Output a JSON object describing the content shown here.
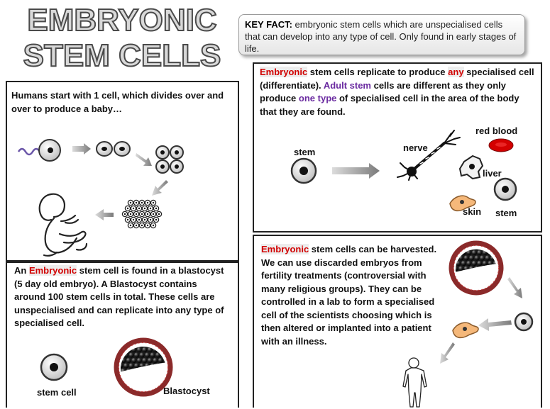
{
  "title": {
    "line1": "EMBRYONIC",
    "line2": "STEM CELLS"
  },
  "key_fact": {
    "label": "KEY FACT:",
    "text": " embryonic stem cells which are unspecialised cells that can develop into any type of cell. Only found in early stages of life."
  },
  "development_panel": {
    "text": "Humans start with 1 cell, which divides over and over to produce a baby…"
  },
  "blastocyst_panel": {
    "t1": "An ",
    "red1": "Embryonic",
    "t2": " stem cell is found in a blastocyst (5 day old embryo). A Blastocyst contains around 100 stem cells in total. These cells are unspecialised and can replicate into any type of specialised cell.",
    "stem_cell_label": "stem cell",
    "blastocyst_label": "Blastocyst"
  },
  "replication_panel": {
    "red1": "Embryonic",
    "t1": " stem cells replicate to produce ",
    "red2": "any",
    "t2": " specialised cell (differentiate). ",
    "purple1": "Adult stem",
    "t3": " cells are different as they only produce ",
    "purple2": "one type",
    "t4": " of specialised cell in the area of the body that they are found.",
    "labels": {
      "stem_left": "stem",
      "nerve": "nerve",
      "red_blood": "red blood",
      "liver": "liver",
      "skin": "skin",
      "stem_right": "stem"
    }
  },
  "harvest_panel": {
    "red1": "Embryonic",
    "t1": " stem cells can be harvested. We can use discarded embryos from fertility treatments (controversial with many religious groups). They can be controlled in a lab to form a specialised cell of the scientists choosing which is then altered or implanted into a patient with an illness."
  },
  "colors": {
    "red_text": "#d20000",
    "purple_text": "#6a2aa0",
    "blastocyst_rim": "#8b2a2a",
    "red_blood_cell": "#d40000",
    "skin_cell": "#f5b87a"
  },
  "icons": [
    "sperm-icon",
    "egg-cell-icon",
    "two-cell-icon",
    "four-cell-icon",
    "morula-icon",
    "fetus-icon",
    "stem-cell-icon",
    "blastocyst-icon",
    "nerve-cell-icon",
    "red-blood-cell-icon",
    "liver-cell-icon",
    "skin-cell-icon",
    "human-silhouette-icon",
    "arrow-icon"
  ]
}
